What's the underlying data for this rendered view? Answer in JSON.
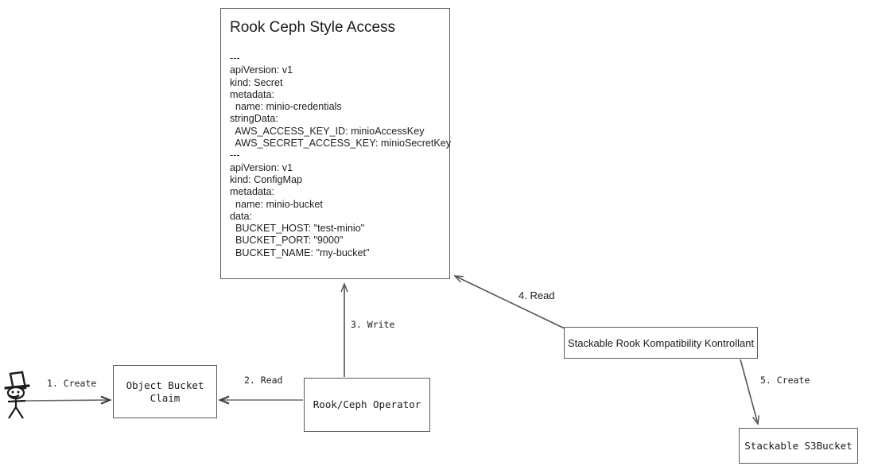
{
  "diagram": {
    "title_node": {
      "title": "Rook Ceph Style Access",
      "yaml": "---\napiVersion: v1\nkind: Secret\nmetadata:\n  name: minio-credentials\nstringData:\n  AWS_ACCESS_KEY_ID: minioAccessKey\n  AWS_SECRET_ACCESS_KEY: minioSecretKey\n---\napiVersion: v1\nkind: ConfigMap\nmetadata:\n  name: minio-bucket\ndata:\n  BUCKET_HOST: \"test-minio\"\n  BUCKET_PORT: \"9000\"\n  BUCKET_NAME: \"my-bucket\""
    },
    "nodes": {
      "actor": "stick-figure-user",
      "object_bucket_claim": "Object Bucket\nClaim",
      "operator": "Rook/Ceph Operator",
      "controller": "Stackable Rook Kompatibility Kontrollant",
      "s3bucket": "Stackable S3Bucket"
    },
    "edges": [
      {
        "id": "edge-1",
        "label": "1. Create",
        "from": "actor",
        "to": "object-bucket-claim"
      },
      {
        "id": "edge-2",
        "label": "2. Read",
        "from": "operator",
        "to": "object-bucket-claim"
      },
      {
        "id": "edge-3",
        "label": "3. Write",
        "from": "operator",
        "to": "rook-ceph-style-access"
      },
      {
        "id": "edge-4",
        "label": "4. Read",
        "from": "controller",
        "to": "rook-ceph-style-access"
      },
      {
        "id": "edge-5",
        "label": "5. Create",
        "from": "controller",
        "to": "s3bucket"
      }
    ],
    "colors": {
      "stroke": "#5a5a5a",
      "text": "#1a1a1a",
      "background": "#ffffff",
      "edge": "#555555"
    }
  }
}
